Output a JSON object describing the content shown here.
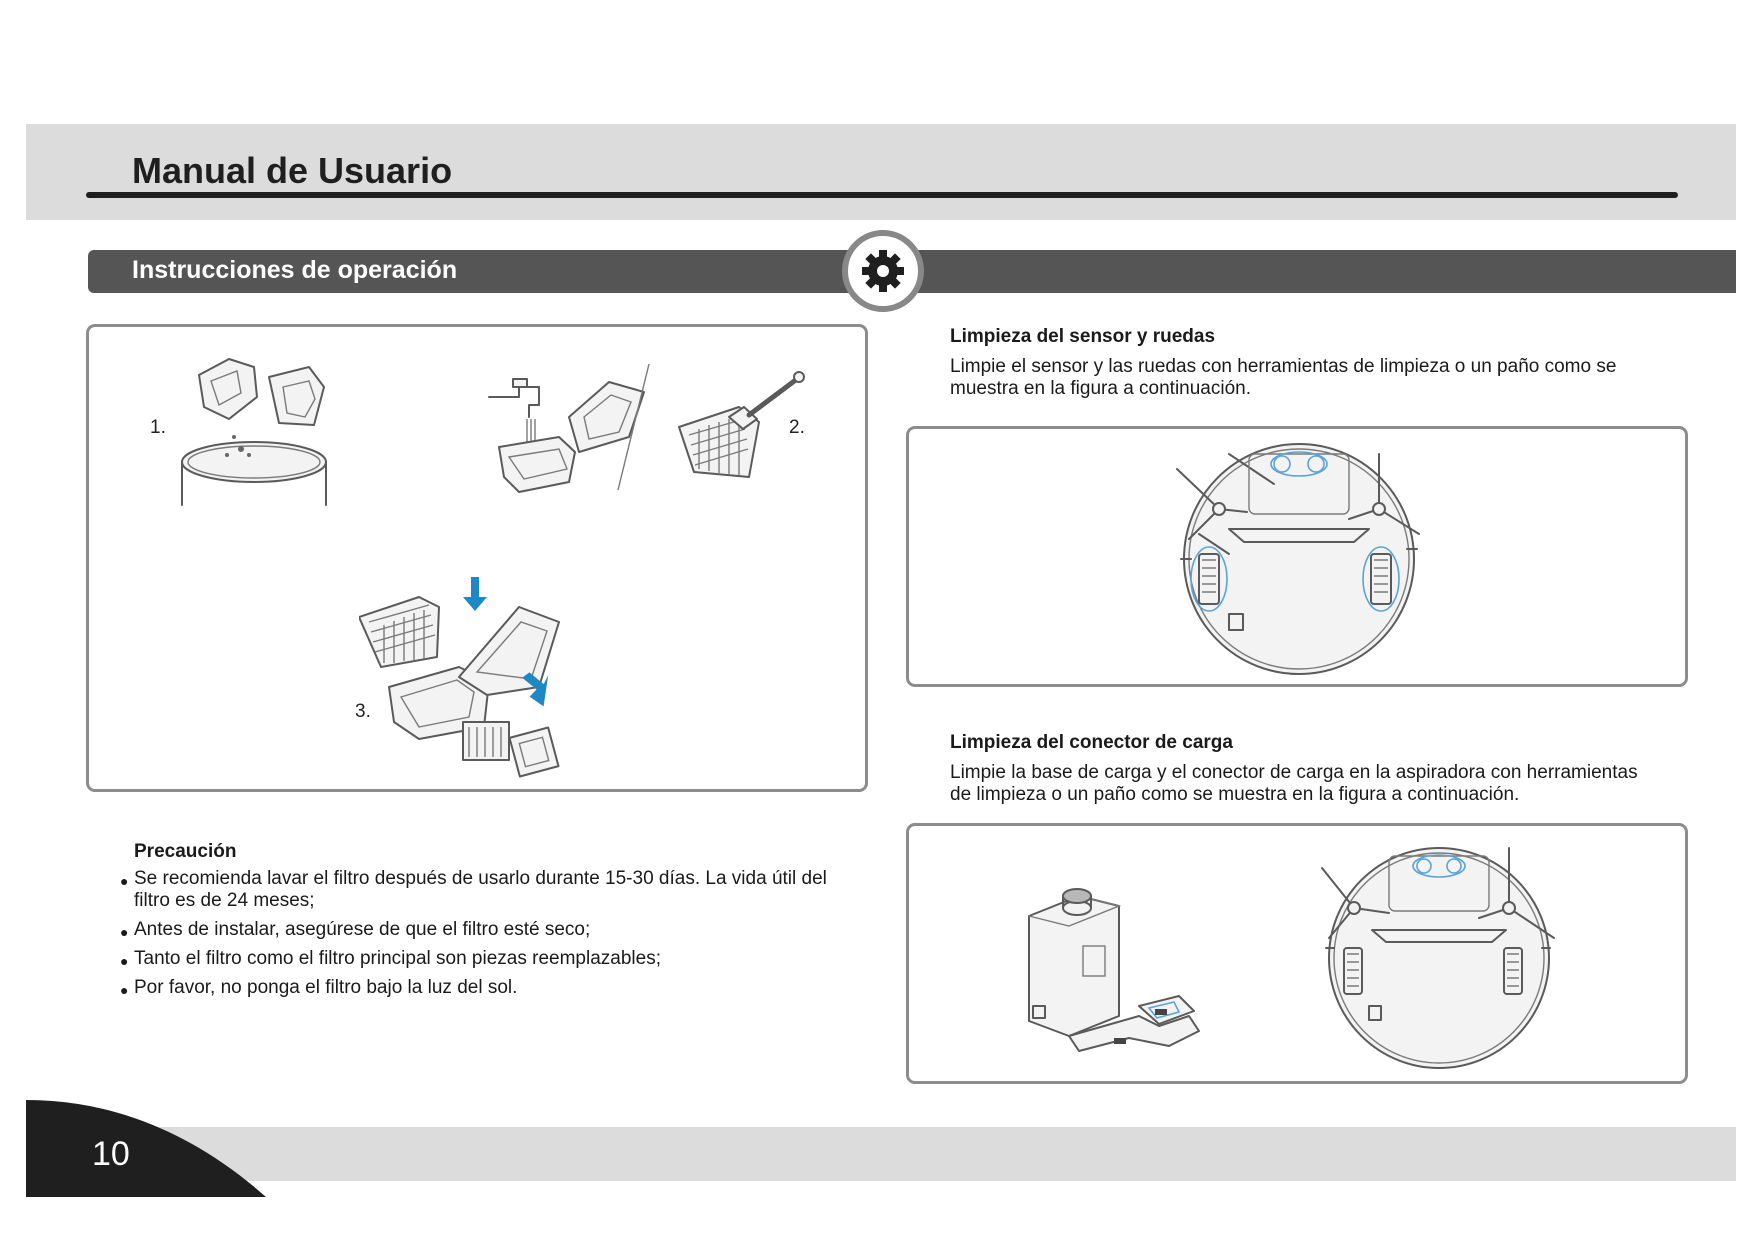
{
  "header": {
    "title": "Manual de Usuario"
  },
  "section": {
    "title": "Instrucciones de operación",
    "icon": "gear-icon"
  },
  "steps": {
    "step1": "1.",
    "step2": "2.",
    "step3": "3."
  },
  "sensor_cleaning": {
    "heading": "Limpieza del sensor y ruedas",
    "line1": "Limpie el sensor y las ruedas con herramientas de limpieza o un paño como se",
    "line2": "muestra en la figura a continuación."
  },
  "charger_cleaning": {
    "heading": "Limpieza del conector de carga",
    "line1": "Limpie la base de carga y el conector de carga en la aspiradora con herramientas",
    "line2": "de limpieza o un paño como se muestra en la figura a continuación."
  },
  "caution": {
    "heading": "Precaución",
    "items": [
      {
        "line1": "Se recomienda lavar el filtro después de usarlo durante 15-30 días. La vida útil del",
        "line2": "filtro es de 24 meses;"
      },
      {
        "line1": "Antes de instalar, asegúrese de que el filtro esté seco;"
      },
      {
        "line1": "Tanto el filtro como el filtro principal son piezas reemplazables;"
      },
      {
        "line1": "Por favor, no ponga el filtro bajo la luz del sol."
      }
    ]
  },
  "footer": {
    "page_number": "10"
  },
  "colors": {
    "header_band": "#dcdcdc",
    "section_bar": "#555555",
    "accent_arrow": "#1e88c7",
    "dark": "#1f1f1f"
  }
}
